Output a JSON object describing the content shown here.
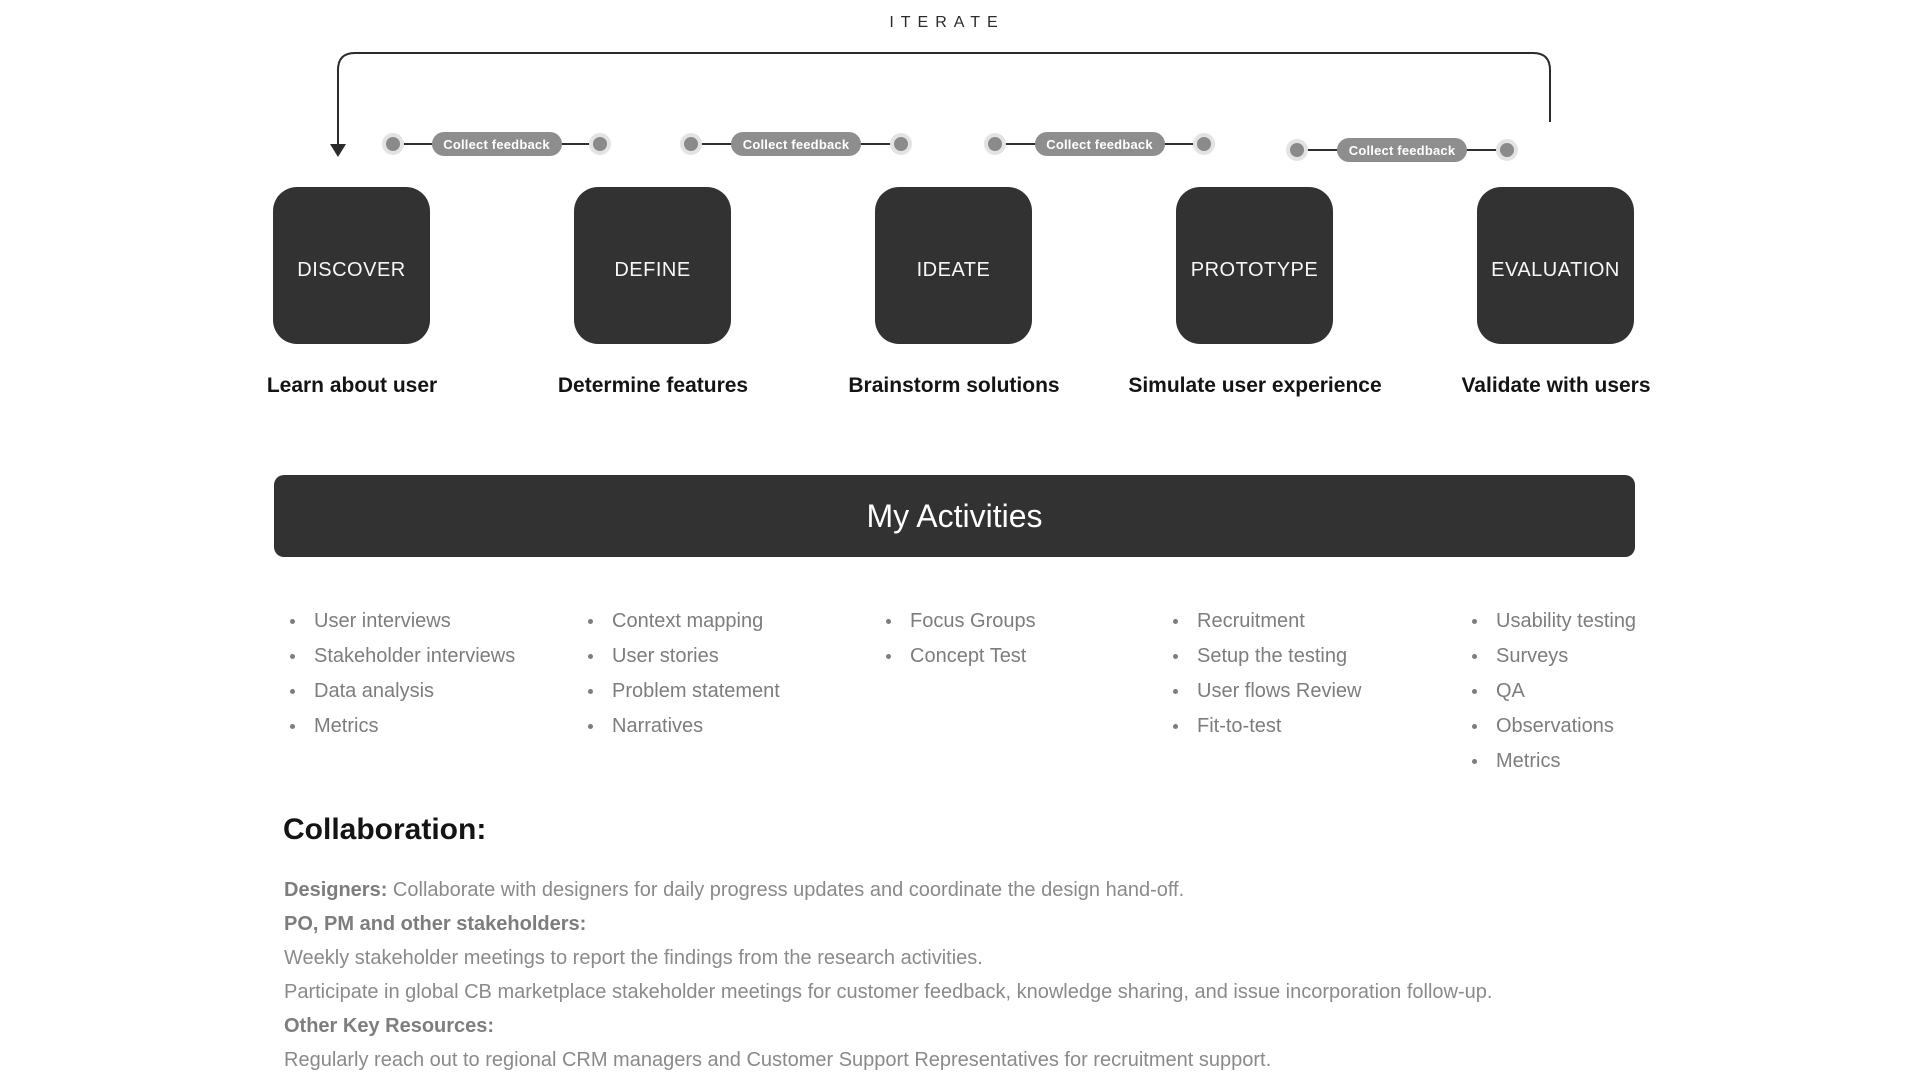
{
  "iterate_label": "ITERATE",
  "connector_label": "Collect feedback",
  "activities_title": "My Activities",
  "stages": [
    {
      "name": "DISCOVER",
      "caption": "Learn about user",
      "activities": [
        "User interviews",
        "Stakeholder interviews",
        "Data analysis",
        "Metrics"
      ]
    },
    {
      "name": "DEFINE",
      "caption": "Determine features",
      "activities": [
        "Context mapping",
        "User stories",
        "Problem statement",
        "Narratives"
      ]
    },
    {
      "name": "IDEATE",
      "caption": "Brainstorm solutions",
      "activities": [
        "Focus Groups",
        "Concept Test"
      ]
    },
    {
      "name": "PROTOTYPE",
      "caption": "Simulate user experience",
      "activities": [
        "Recruitment",
        "Setup the testing",
        "User flows Review",
        "Fit-to-test"
      ]
    },
    {
      "name": "EVALUATION",
      "caption": "Validate with users",
      "activities": [
        "Usability testing",
        "Surveys",
        "QA",
        "Observations",
        "Metrics"
      ]
    }
  ],
  "collaboration": {
    "heading": "Collaboration:",
    "lines": [
      {
        "bold": "Designers:",
        "text": " Collaborate with designers for daily progress updates and coordinate the design hand-off."
      },
      {
        "bold": "PO, PM and other stakeholders:",
        "text": ""
      },
      {
        "bold": "",
        "text": "Weekly stakeholder meetings to report the findings from the research activities."
      },
      {
        "bold": "",
        "text": "Participate in global CB marketplace stakeholder meetings for customer feedback, knowledge sharing, and issue incorporation follow-up."
      },
      {
        "bold": "Other Key Resources:",
        "text": ""
      },
      {
        "bold": "",
        "text": "Regularly reach out to regional CRM managers and Customer Support Representatives for recruitment support."
      }
    ]
  },
  "colors": {
    "stage_box": "#323232",
    "activities_bar": "#323232",
    "connector_pill": "#8e8e8e",
    "connector_dot": "#8a8a8a",
    "connector_dot_ring": "#e3e3e3",
    "connector_line": "#2f2f2f",
    "loop_arrow": "#2b2b2b",
    "list_text": "#7d7d7d",
    "body_text": "#8a8a8a",
    "heading_text": "#141414",
    "caption_text": "#141414",
    "box_label_text": "#f7f7f7"
  }
}
